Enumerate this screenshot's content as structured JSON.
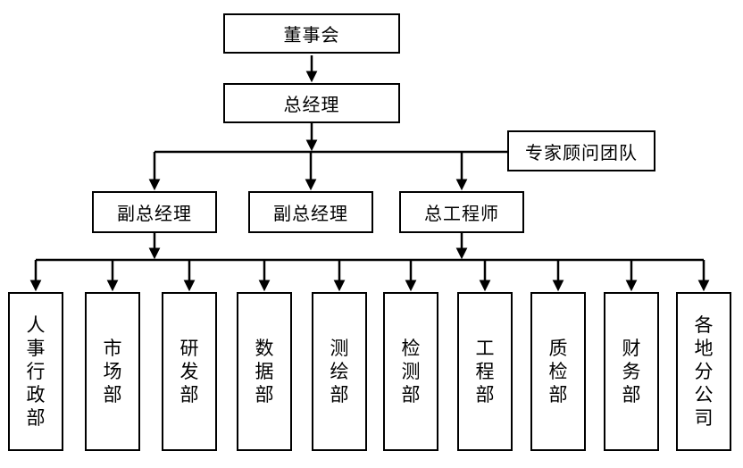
{
  "page": {
    "background_color": "#ffffff",
    "line_color": "#000000",
    "description": "company organization chart"
  },
  "org_chart": {
    "board": "董事会",
    "general_manager": "总经理",
    "advisor_team": "专家顾问团队",
    "vice_gm_1": "副总经理",
    "vice_gm_2": "副总经理",
    "chief_engineer": "总工程师",
    "departments": [
      "人事行政部",
      "市场部",
      "研发部",
      "数据部",
      "测绘部",
      "检测部",
      "工程部",
      "质检部",
      "财务部",
      "各地分公司"
    ]
  }
}
